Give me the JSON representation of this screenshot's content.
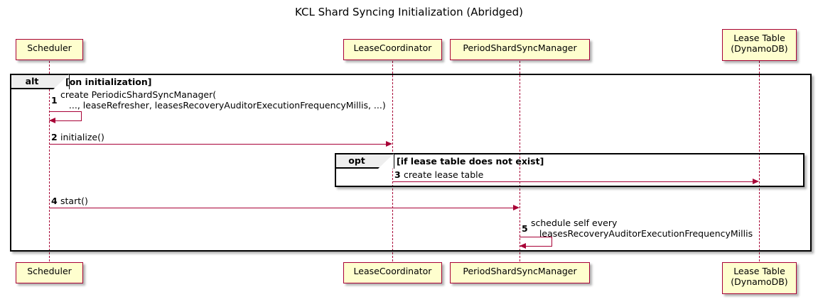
{
  "diagram": {
    "title": "KCL Shard Syncing Initialization (Abridged)",
    "type": "uml-sequence-diagram",
    "colors": {
      "participant_fill": "#FEFECE",
      "participant_border": "#A80036",
      "arrow": "#A80036",
      "frame_border": "#000000",
      "frame_tab_fill": "#EEEEEE",
      "background": "#FFFFFF"
    }
  },
  "participants": [
    {
      "id": "scheduler",
      "label": "Scheduler"
    },
    {
      "id": "leasecoordinator",
      "label": "LeaseCoordinator"
    },
    {
      "id": "periodshardsyncmanager",
      "label": "PeriodShardSyncManager"
    },
    {
      "id": "leasetable",
      "label": "Lease Table\n(DynamoDB)"
    }
  ],
  "frames": [
    {
      "id": "alt-frame",
      "operator": "alt",
      "condition": "[on initialization]"
    },
    {
      "id": "opt-frame",
      "operator": "opt",
      "condition": "[if lease table does not exist]"
    }
  ],
  "messages": [
    {
      "number": "1",
      "from": "scheduler",
      "to": "scheduler",
      "kind": "self",
      "label": "create PeriodicShardSyncManager(\n   ..., leaseRefresher, leasesRecoveryAuditorExecutionFrequencyMillis, ...)"
    },
    {
      "number": "2",
      "from": "scheduler",
      "to": "leasecoordinator",
      "kind": "sync",
      "label": "initialize()"
    },
    {
      "number": "3",
      "from": "leasecoordinator",
      "to": "leasetable",
      "kind": "sync",
      "label": "create lease table"
    },
    {
      "number": "4",
      "from": "scheduler",
      "to": "periodshardsyncmanager",
      "kind": "sync",
      "label": "start()"
    },
    {
      "number": "5",
      "from": "periodshardsyncmanager",
      "to": "periodshardsyncmanager",
      "kind": "self",
      "label": "schedule self every\n   leasesRecoveryAuditorExecutionFrequencyMillis"
    }
  ]
}
